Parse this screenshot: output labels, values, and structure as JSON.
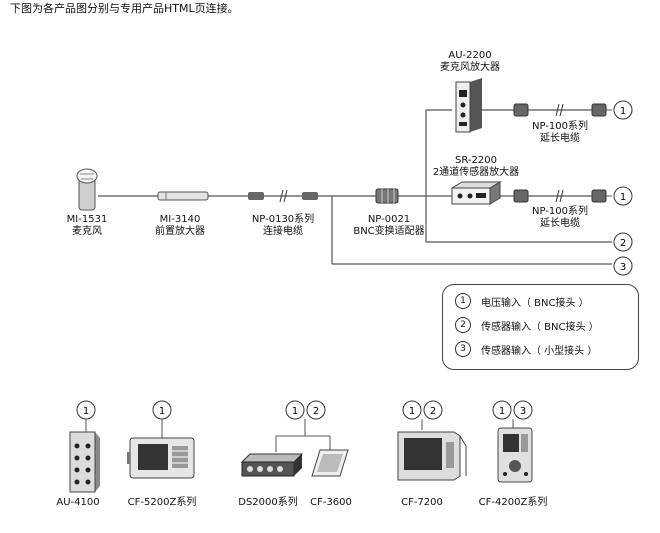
{
  "intro": "下图为各产品图分别与专用产品HTML页连接。",
  "chain": {
    "microphone": {
      "model": "MI-1531",
      "name": "麦克风"
    },
    "preamp": {
      "model": "MI-3140",
      "name": "前置放大器"
    },
    "cable": {
      "model": "NP-0130系列",
      "name": "连接电缆"
    },
    "adapter": {
      "model": "NP-0021",
      "name": "BNC变换适配器"
    }
  },
  "amplifiers": {
    "au2200": {
      "model": "AU-2200",
      "name": "麦克风放大器"
    },
    "sr2200": {
      "model": "SR-2200",
      "name": "2通道传感器放大器"
    }
  },
  "extensions": {
    "top": {
      "model": "NP-100系列",
      "name": "延长电缆"
    },
    "mid": {
      "model": "NP-100系列",
      "name": "延长电缆"
    }
  },
  "outputs": [
    "1",
    "1",
    "2",
    "3"
  ],
  "legend": [
    {
      "num": "1",
      "text": "电压输入（ BNC接头 ）"
    },
    {
      "num": "2",
      "text": "传感器输入（ BNC接头 ）"
    },
    {
      "num": "3",
      "text": "传感器输入（ 小型接头 ）"
    }
  ],
  "devices": [
    {
      "label": "AU-4100",
      "inputs": [
        "1"
      ]
    },
    {
      "label": "CF-5200Z系列",
      "inputs": [
        "1"
      ]
    },
    {
      "label": "DS2000系列",
      "inputs": [
        "1",
        "2"
      ]
    },
    {
      "label": "CF-3600",
      "inputs": []
    },
    {
      "label": "CF-7200",
      "inputs": [
        "1",
        "2"
      ]
    },
    {
      "label": "CF-4200Z系列",
      "inputs": [
        "1",
        "3"
      ]
    }
  ]
}
